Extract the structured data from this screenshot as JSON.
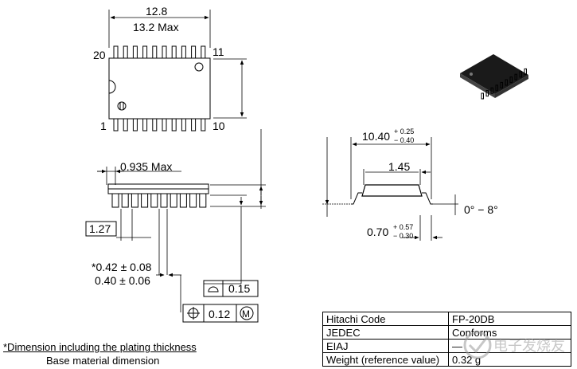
{
  "top_view": {
    "width_nominal": "12.8",
    "width_max": "13.2 Max",
    "pin_20": "20",
    "pin_11": "11",
    "pin_1": "1",
    "pin_10": "10"
  },
  "side_view": {
    "standoff_max": "0.935 Max",
    "pitch_box": "1.27",
    "lead_width_plated": "*0.42 ± 0.08",
    "lead_width_base": "0.40 ± 0.06",
    "flatness_value": "0.15",
    "position_value": "0.12",
    "position_modifier": "M"
  },
  "end_view": {
    "overall_width": "10.40",
    "overall_width_tol_plus": "+ 0.25",
    "overall_width_tol_minus": "− 0.40",
    "lead_span": "1.45",
    "foot_length": "0.70",
    "foot_tol_plus": "+ 0.57",
    "foot_tol_minus": "− 0.30",
    "angle": "0° − 8°"
  },
  "notes": {
    "plating": "*Dimension including the plating thickness",
    "base": "Base material dimension"
  },
  "package_info": [
    {
      "label": "Hitachi Code",
      "value": "FP-20DB"
    },
    {
      "label": "JEDEC",
      "value": "Conforms"
    },
    {
      "label": "EIAJ",
      "value": "—"
    },
    {
      "label": "Weight (reference value)",
      "value": "0.32 g"
    }
  ],
  "watermark_text": "电子发烧友"
}
